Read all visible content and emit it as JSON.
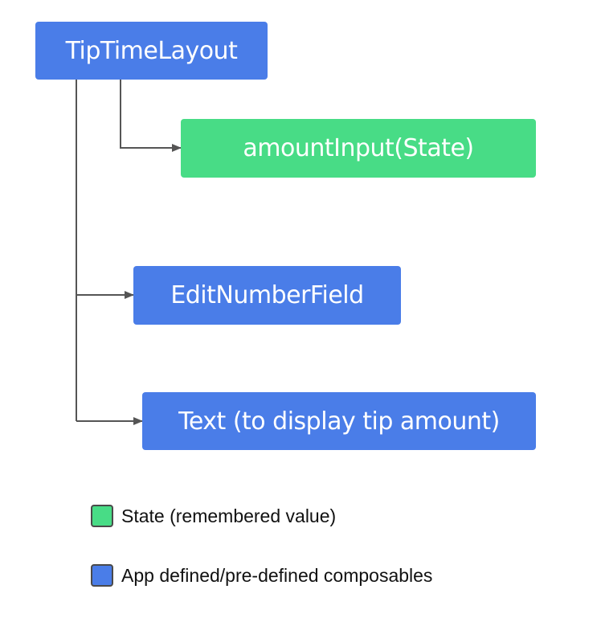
{
  "nodes": {
    "root": {
      "label": "TipTimeLayout",
      "color": "#4a7de8"
    },
    "state": {
      "label": "amountInput(State)",
      "color": "#48dc86"
    },
    "edit": {
      "label": "EditNumberField",
      "color": "#4a7de8"
    },
    "text": {
      "label": "Text (to display tip amount)",
      "color": "#4a7de8"
    }
  },
  "edges": [
    {
      "from": "root",
      "to": "state"
    },
    {
      "from": "root",
      "to": "edit"
    },
    {
      "from": "root",
      "to": "text"
    }
  ],
  "legend": [
    {
      "label": "State (remembered value)",
      "color": "#48dc86"
    },
    {
      "label": "App defined/pre-defined composables",
      "color": "#4a7de8"
    }
  ]
}
